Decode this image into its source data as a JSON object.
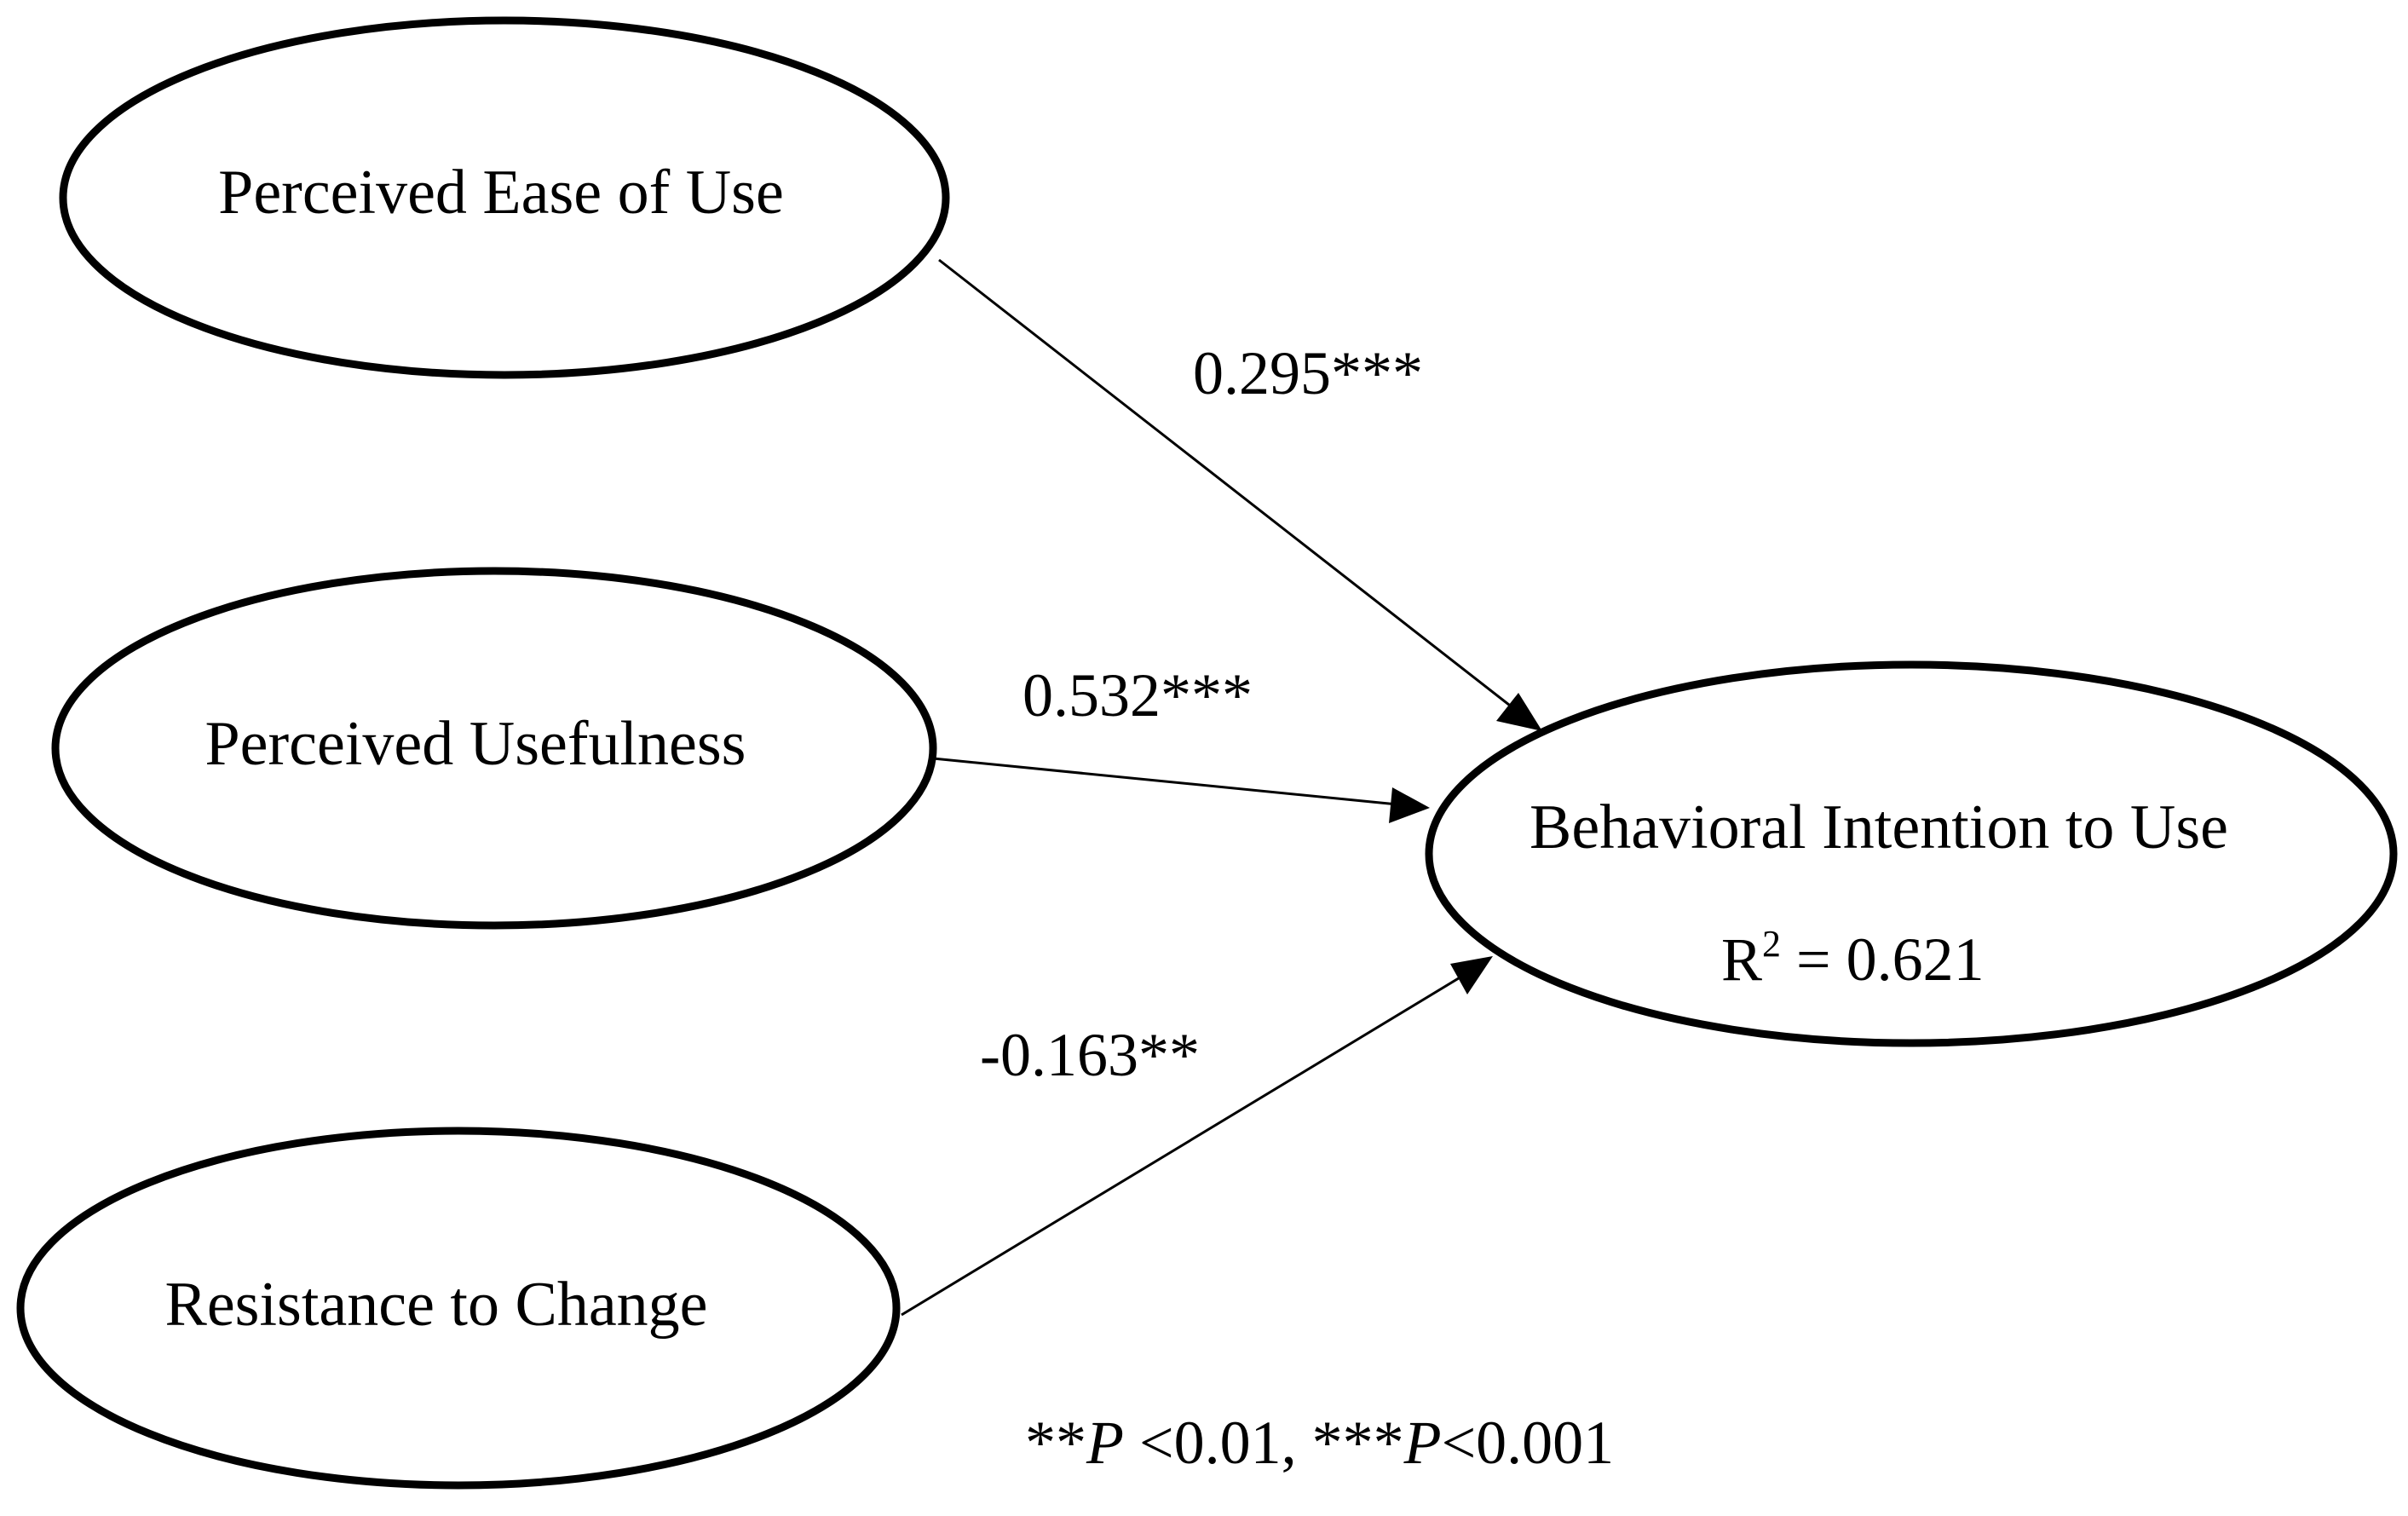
{
  "nodes": {
    "ease_of_use": {
      "label": "Perceived Ease of Use"
    },
    "usefulness": {
      "label": "Perceived Usefulness"
    },
    "resistance": {
      "label": "Resistance to Change"
    },
    "intention": {
      "label": "Behavioral Intention to Use",
      "r2_symbol": "R",
      "r2_superscript": "2",
      "r2_value": " = 0.621"
    }
  },
  "edges": {
    "ease_to_intention": {
      "coefficient": "0.295***"
    },
    "usefulness_to_intention": {
      "coefficient": "0.532***"
    },
    "resistance_to_intention": {
      "coefficient": "-0.163**"
    }
  },
  "footnote": {
    "part1": "**",
    "p1": "P",
    "part2": " <0.01, ***",
    "p2": "P",
    "part3": "<0.001"
  }
}
